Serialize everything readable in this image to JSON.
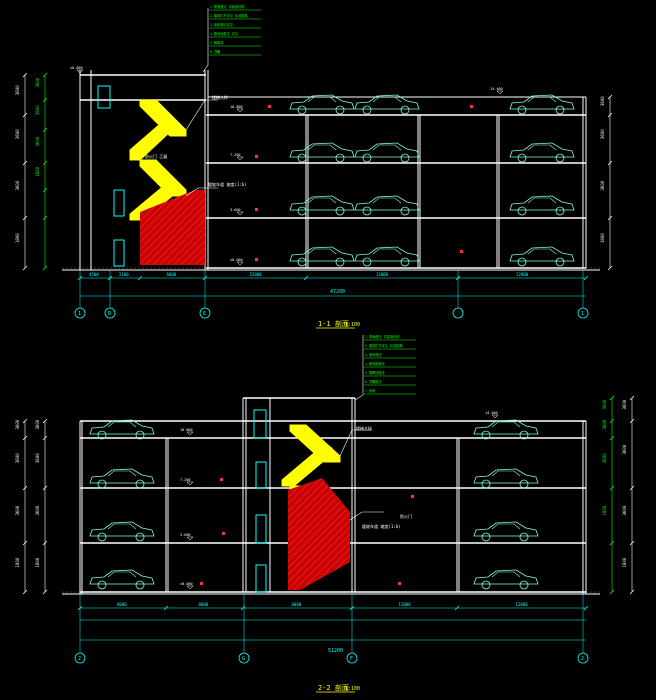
{
  "drawing": {
    "section1": {
      "title": "1-1 剖面",
      "scale": "1:100",
      "grid_labels": [
        "1",
        "D",
        "E",
        "1"
      ],
      "overall_dim": "47200",
      "span_dims": [
        "4500",
        "2100",
        "6000",
        "12000",
        "12000",
        "12000"
      ],
      "note_lines": [
        "1.屋面做法 详建施说明",
        "2.楼梯栏杆详见 标准图集",
        "3.墙体做法详见",
        "4.楼地面做法 详见",
        "5.踢脚线",
        "6.顶棚"
      ],
      "stair_labels": [
        "楼梯大样",
        "防火门 乙级",
        "缓坡车道 坡度(1:6)"
      ],
      "level_labels": [
        "±0.000",
        "3.600",
        "7.200",
        "10.800",
        "14.400"
      ],
      "elev_labels": [
        "3600",
        "3600",
        "3600",
        "1800"
      ]
    },
    "section2": {
      "title": "2-2 剖面",
      "scale": "1:100",
      "grid_labels": [
        "2",
        "G",
        "F",
        "2"
      ],
      "overall_dim": "51200",
      "span_dims": [
        "8000",
        "8000",
        "6000",
        "12000",
        "12000"
      ],
      "note_lines": [
        "1.屋面做法 详建施说明",
        "2.楼梯栏杆详见 标准图集",
        "3.墙体做法",
        "4.楼地面做法",
        "5.踢脚线做法",
        "6.顶棚做法",
        "7.其他"
      ],
      "stair_labels": [
        "楼梯大样",
        "缓坡车道 坡度(1:6)",
        "防火门"
      ],
      "level_labels": [
        "±0.000",
        "3.600",
        "7.200",
        "10.800"
      ],
      "elev_labels": [
        "3600",
        "3600",
        "3600",
        "1800"
      ]
    }
  },
  "colors": {
    "background": "#000000",
    "structure": "#ffffff",
    "dimension": "#00ffff",
    "note": "#00ff00",
    "stair": "#ffff00",
    "ramp": "#cc0000",
    "car": "#7fffd4",
    "mark": "#ff3333"
  }
}
